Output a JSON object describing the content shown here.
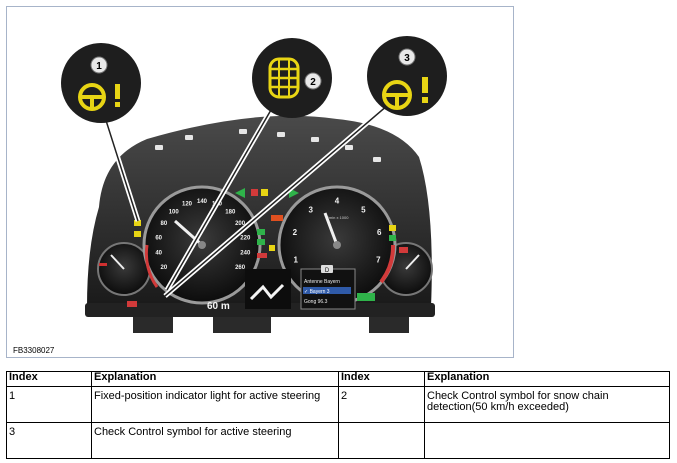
{
  "figure": {
    "id": "FB3308027",
    "callouts": [
      "1",
      "2",
      "3"
    ],
    "cluster": {
      "speedo_ticks": [
        "20",
        "40",
        "60",
        "80",
        "100",
        "120",
        "140",
        "160",
        "180",
        "200",
        "220",
        "240",
        "260"
      ],
      "tacho_ticks": [
        "1",
        "2",
        "3",
        "4",
        "5",
        "6",
        "7"
      ],
      "tacho_unit": "1/min x 1000",
      "distance": "60 m",
      "gear": "D",
      "radio_items": [
        "Antenne Bayern",
        "✓ Bayern 3",
        "Gong 96.3"
      ]
    },
    "colors": {
      "warning_yellow": "#e8d514",
      "callout_bg": "#1e1e1e",
      "cluster_bg": "#141414"
    }
  },
  "table": {
    "headers": [
      "Index",
      "Explanation",
      "Index",
      "Explanation"
    ],
    "rows": [
      [
        "1",
        "Fixed-position indicator light for active steering",
        "2",
        "Check Control symbol for snow chain detection(50 km/h exceeded)"
      ],
      [
        "3",
        "Check Control symbol for active steering",
        "",
        ""
      ]
    ]
  }
}
